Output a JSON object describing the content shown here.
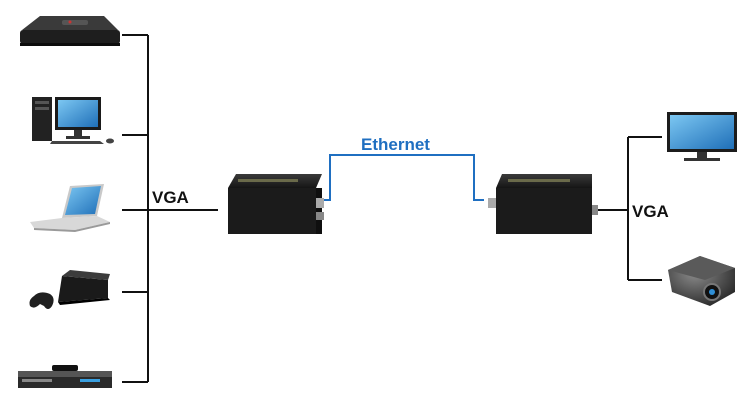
{
  "labels": {
    "vga_left": "VGA",
    "ethernet": "Ethernet",
    "vga_right": "VGA"
  },
  "colors": {
    "wire": "#111111",
    "ethernet_cable": "#1f6fc1",
    "device_dark": "#1b1b1b",
    "screen_blue": "#2f8fd6"
  },
  "sources": [
    {
      "icon": "tv-box-icon"
    },
    {
      "icon": "desktop-computer-icon"
    },
    {
      "icon": "laptop-icon"
    },
    {
      "icon": "game-console-icon"
    },
    {
      "icon": "dvd-player-icon"
    }
  ],
  "extenders": [
    {
      "icon": "vga-extender-transmitter-icon"
    },
    {
      "icon": "vga-extender-receiver-icon"
    }
  ],
  "displays": [
    {
      "icon": "monitor-icon"
    },
    {
      "icon": "projector-icon"
    }
  ]
}
